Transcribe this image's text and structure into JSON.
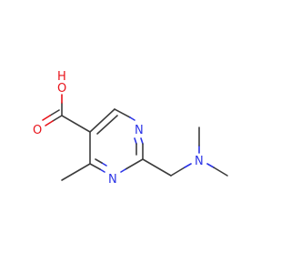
{
  "structure": {
    "atoms": {
      "hydroxyl_o": "O",
      "hydroxyl_h": "H",
      "carbonyl_o": "O",
      "ring_n1": "N",
      "ring_n3": "N",
      "amine_n": "N"
    },
    "colors": {
      "bond": "#3c3c3c",
      "oxygen": "#e8131a",
      "nitrogen": "#2b34e6",
      "background": "#ffffff"
    }
  }
}
